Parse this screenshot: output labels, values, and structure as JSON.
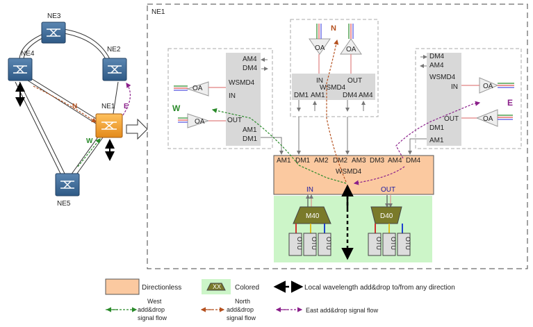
{
  "network": {
    "nodes": {
      "ne1": "NE1",
      "ne2": "NE2",
      "ne3": "NE3",
      "ne4": "NE4",
      "ne5": "NE5"
    },
    "direction_labels": {
      "north": "N",
      "east": "E",
      "west": "W"
    }
  },
  "ne1_panel": {
    "title": "NE1",
    "north": {
      "label": "N",
      "oa_in": "OA",
      "oa_out": "OA",
      "port_in": "IN",
      "port_out": "OUT",
      "wsmd": "WSMD4",
      "ports": [
        "DM1",
        "AM1",
        "DM4",
        "AM4"
      ]
    },
    "west": {
      "label": "W",
      "ports_top": [
        "AM4",
        "DM4"
      ],
      "wsmd": "WSMD4",
      "port_in": "IN",
      "port_out": "OUT",
      "ports_bottom": [
        "AM1",
        "DM1"
      ],
      "oa_in": "OA",
      "oa_out": "OA"
    },
    "east": {
      "label": "E",
      "ports_top": [
        "DM4",
        "AM4"
      ],
      "wsmd": "WSMD4",
      "port_in": "IN",
      "port_out": "OUT",
      "ports_bottom": [
        "DM1",
        "AM1"
      ],
      "oa_in": "OA",
      "oa_out": "OA"
    },
    "center": {
      "ports": [
        "AM1",
        "DM1",
        "AM2",
        "DM2",
        "AM3",
        "DM3",
        "AM4",
        "DM4"
      ],
      "wsmd": "WSMD4",
      "in": "IN",
      "out": "OUT"
    },
    "mux": "M40",
    "demux": "D40",
    "otu": "OTU"
  },
  "legend": {
    "directionless": "Directionless",
    "colored": "Colored",
    "colored_symbol": "XX",
    "local": "Local wavelength add&drop  to/from any direction",
    "west": [
      "West",
      "add&drop",
      "signal flow"
    ],
    "north": [
      "North",
      "add&drop",
      "signal flow"
    ],
    "east": "East add&drop signal flow"
  },
  "colors": {
    "directionless": "#fbc9a0",
    "colored": "#ccf5c8",
    "west": "#2a8a2a",
    "north": "#b5511f",
    "east": "#8a1f8a",
    "ne1_switch": "#f5a233",
    "switch": "#3f6e9c"
  }
}
